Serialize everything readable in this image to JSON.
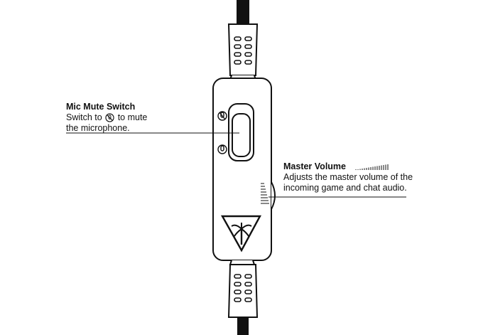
{
  "mic_mute": {
    "title": "Mic Mute Switch",
    "line1_before": "Switch to",
    "line1_after": "to mute",
    "line2": "the microphone.",
    "icon": "mic-muted-icon"
  },
  "master_volume": {
    "title": "Master Volume",
    "line1": "Adjusts the master volume of the",
    "line2": "incoming game and chat audio.",
    "icon": "volume-level-bars-icon"
  },
  "colors": {
    "stroke": "#111111",
    "background": "#ffffff"
  }
}
